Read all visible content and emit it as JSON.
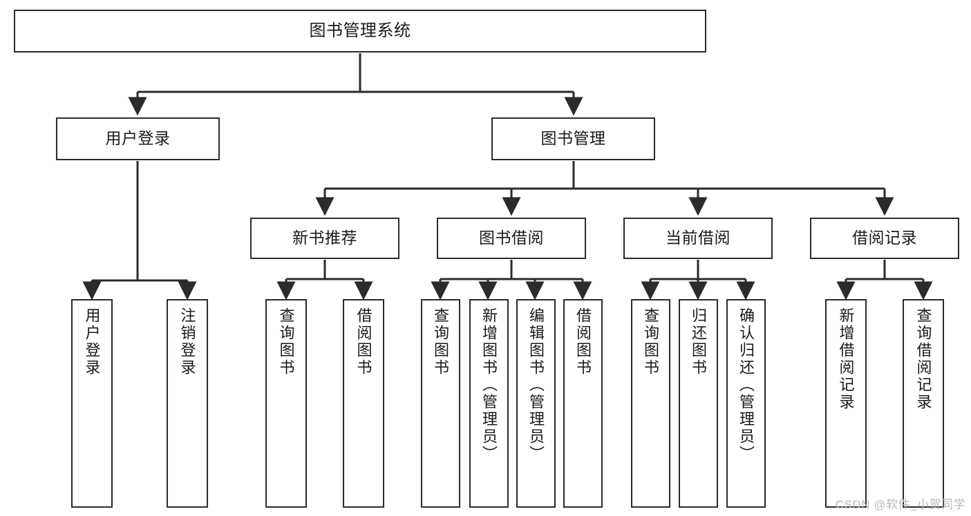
{
  "diagram": {
    "title": "图书管理系统",
    "type": "tree-functional-structure",
    "colors": {
      "background": "#ffffff",
      "node_border": "#2b2b2b",
      "node_fill": "#ffffff",
      "edge": "#2b2b2b",
      "text": "#1a1a1a",
      "watermark": "#b9b9b9"
    },
    "watermark": "CSDN @软件_小贺同学",
    "levels": [
      {
        "level": 1,
        "nodes": [
          {
            "id": "root",
            "label": "图书管理系统",
            "orientation": "horizontal"
          }
        ]
      },
      {
        "level": 2,
        "nodes": [
          {
            "id": "user-login",
            "label": "用户登录",
            "orientation": "horizontal",
            "parent": "root"
          },
          {
            "id": "book-manage",
            "label": "图书管理",
            "orientation": "horizontal",
            "parent": "root"
          }
        ]
      },
      {
        "level": 3,
        "nodes": [
          {
            "id": "new-book-rec",
            "label": "新书推荐",
            "orientation": "horizontal",
            "parent": "book-manage"
          },
          {
            "id": "book-borrow",
            "label": "图书借阅",
            "orientation": "horizontal",
            "parent": "book-manage"
          },
          {
            "id": "current-borrow",
            "label": "当前借阅",
            "orientation": "horizontal",
            "parent": "book-manage"
          },
          {
            "id": "borrow-record",
            "label": "借阅记录",
            "orientation": "horizontal",
            "parent": "book-manage"
          }
        ]
      },
      {
        "level": 4,
        "nodes": [
          {
            "id": "leaf-user-login",
            "label": "用户登录",
            "orientation": "vertical",
            "parent": "user-login"
          },
          {
            "id": "leaf-logout-login",
            "label": "注销登录",
            "orientation": "vertical",
            "parent": "user-login"
          },
          {
            "id": "leaf-query-book-1",
            "label": "查询图书",
            "orientation": "vertical",
            "parent": "new-book-rec"
          },
          {
            "id": "leaf-borrow-book-1",
            "label": "借阅图书",
            "orientation": "vertical",
            "parent": "new-book-rec"
          },
          {
            "id": "leaf-query-book-2",
            "label": "查询图书",
            "orientation": "vertical",
            "parent": "book-borrow"
          },
          {
            "id": "leaf-add-book",
            "label": "新增图书（管理员）",
            "orientation": "vertical",
            "parent": "book-borrow"
          },
          {
            "id": "leaf-edit-book",
            "label": "编辑图书（管理员）",
            "orientation": "vertical",
            "parent": "book-borrow"
          },
          {
            "id": "leaf-borrow-book-2",
            "label": "借阅图书",
            "orientation": "vertical",
            "parent": "book-borrow"
          },
          {
            "id": "leaf-query-book-3",
            "label": "查询图书",
            "orientation": "vertical",
            "parent": "current-borrow"
          },
          {
            "id": "leaf-return-book",
            "label": "归还图书",
            "orientation": "vertical",
            "parent": "current-borrow"
          },
          {
            "id": "leaf-confirm-return",
            "label": "确认归还（管理员）",
            "orientation": "vertical",
            "parent": "current-borrow"
          },
          {
            "id": "leaf-add-record",
            "label": "新增借阅记录",
            "orientation": "vertical",
            "parent": "borrow-record"
          },
          {
            "id": "leaf-query-record",
            "label": "查询借阅记录",
            "orientation": "vertical",
            "parent": "borrow-record"
          }
        ]
      }
    ]
  }
}
